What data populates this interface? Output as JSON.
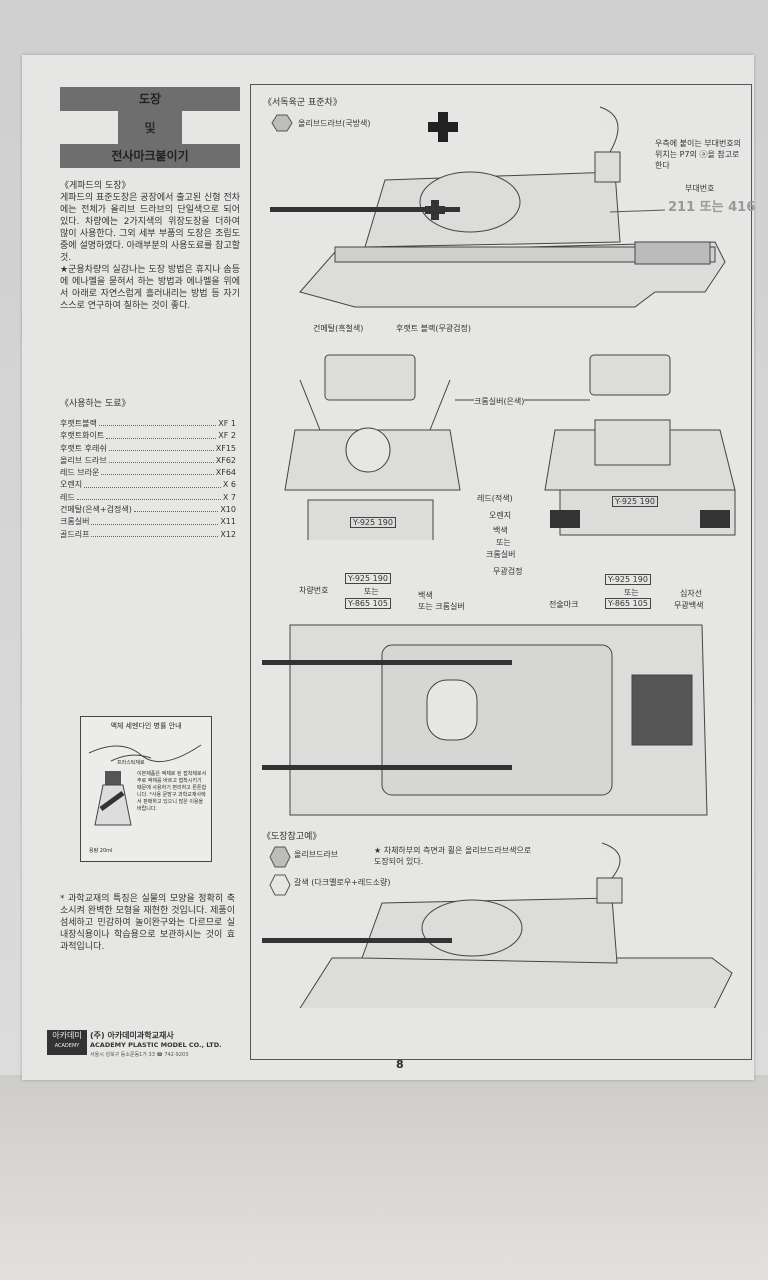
{
  "title": {
    "line1": "도장",
    "line2": "및",
    "line3": "전사마크붙이기"
  },
  "intro": {
    "heading": "《게파드의 도장》",
    "body": "게파드의 표준도장은 공장에서 출고된 신형 전차에는 전체가 올리브 드라브의 단일색으로 되어 있다. 차량에는 2가지색의 위장도장을 더하여 많이 사용한다. 그외 세부 부품의 도장은 조립도중에 설명하였다. 아래부분의 사용도료를 참고할 것.",
    "tip": "★군용차량의 실감나는 도장 방법은 휴지나 솜등에 에나멜을 묻혀서 하는 방법과 에나멜을 위에서 아래로 자연스럽게 흘러내리는 방법 등 자기 스스로 연구하여 칠하는 것이 좋다."
  },
  "paints": {
    "heading": "《사용하는 도료》",
    "items": [
      {
        "name": "후랫트블랙",
        "code": "XF 1"
      },
      {
        "name": "후랫트화이트",
        "code": "XF 2"
      },
      {
        "name": "후랫트 후레쉬",
        "code": "XF15"
      },
      {
        "name": "올리브 드라브",
        "code": "XF62"
      },
      {
        "name": "레드 브라운",
        "code": "XF64"
      },
      {
        "name": "오렌지",
        "code": "X 6"
      },
      {
        "name": "레드",
        "code": "X 7"
      },
      {
        "name": "건메탈(은색+검정색)",
        "code": "X10"
      },
      {
        "name": "크롬실버",
        "code": "X11"
      },
      {
        "name": "골드리프",
        "code": "X12"
      }
    ]
  },
  "cement_box": {
    "title": "액체 세멘다인 병률 안내",
    "label": "프라스틱재료",
    "body": "이본제품은 액체로 된 접착제로서 주로 액체를 바르고 접착시키기 때문에 사용하기 편리하고 튼튼합니다. *사용 문방구 과학교재사에서 판매하고 있으니 많은 이용을 바랍니다.",
    "volume": "용량 20ml"
  },
  "footnote": "* 과학교재의 특징은 실물의 모양을 정확히 축소시켜 완벽한 모형을 재현한 것입니다. 제품이 섬세하고 민감하여 놀이완구와는 다르므로 실내장식용이나 학습용으로 보관하시는 것이 효과적입니다.",
  "company": {
    "logo_ko": "아카데미",
    "logo_en": "ACADEMY",
    "name_ko": "(주) 아카데미과학교재사",
    "name_en": "ACADEMY PLASTIC MODEL CO., LTD.",
    "address": "서울시 성북구 동소문동1가 33 ☎ 742-9203"
  },
  "standard": {
    "heading": "《서독육군 표준차》",
    "swatch": "올리브드라브(국방색)",
    "note": "우측에 붙이는 부대번호의 위치는 P7의 ⓐ을 참고로 한다",
    "unit_label": "부대번호",
    "unit_numbers": "211 또는 416",
    "gunmetal": "건메탈(흑철색)",
    "flatblack": "후랫트 블랙(무광검정)"
  },
  "views": {
    "chrome": "크롬실버(은색)",
    "plate1": "Y-925 190",
    "plate_or": "또는",
    "plate2": "Y-865 105",
    "vehicle_no": "차량번호",
    "white_or_chrome_a": "백색",
    "white_or_chrome_b": "또는 크롬실버",
    "red": "레드(적색)",
    "orange": "오렌지",
    "white": "백색",
    "or": "또는",
    "chrome2": "크롬실버",
    "matte_black": "무광검정",
    "tactical": "전술마크",
    "cross_a": "십자선",
    "cross_b": "무광백색"
  },
  "reference": {
    "heading": "《도장참고예》",
    "swatch1": "올리브드라브",
    "swatch2": "갈색 (다크옐로우+레드소량)",
    "note": "★ 차체하부의 측면과 휠은 올리브드라브색으로 도장되어 있다."
  },
  "page_number": "8",
  "colors": {
    "paper": "#e6e6e4",
    "title_bar": "#6e6e6e",
    "ink": "#2a2a2a"
  }
}
